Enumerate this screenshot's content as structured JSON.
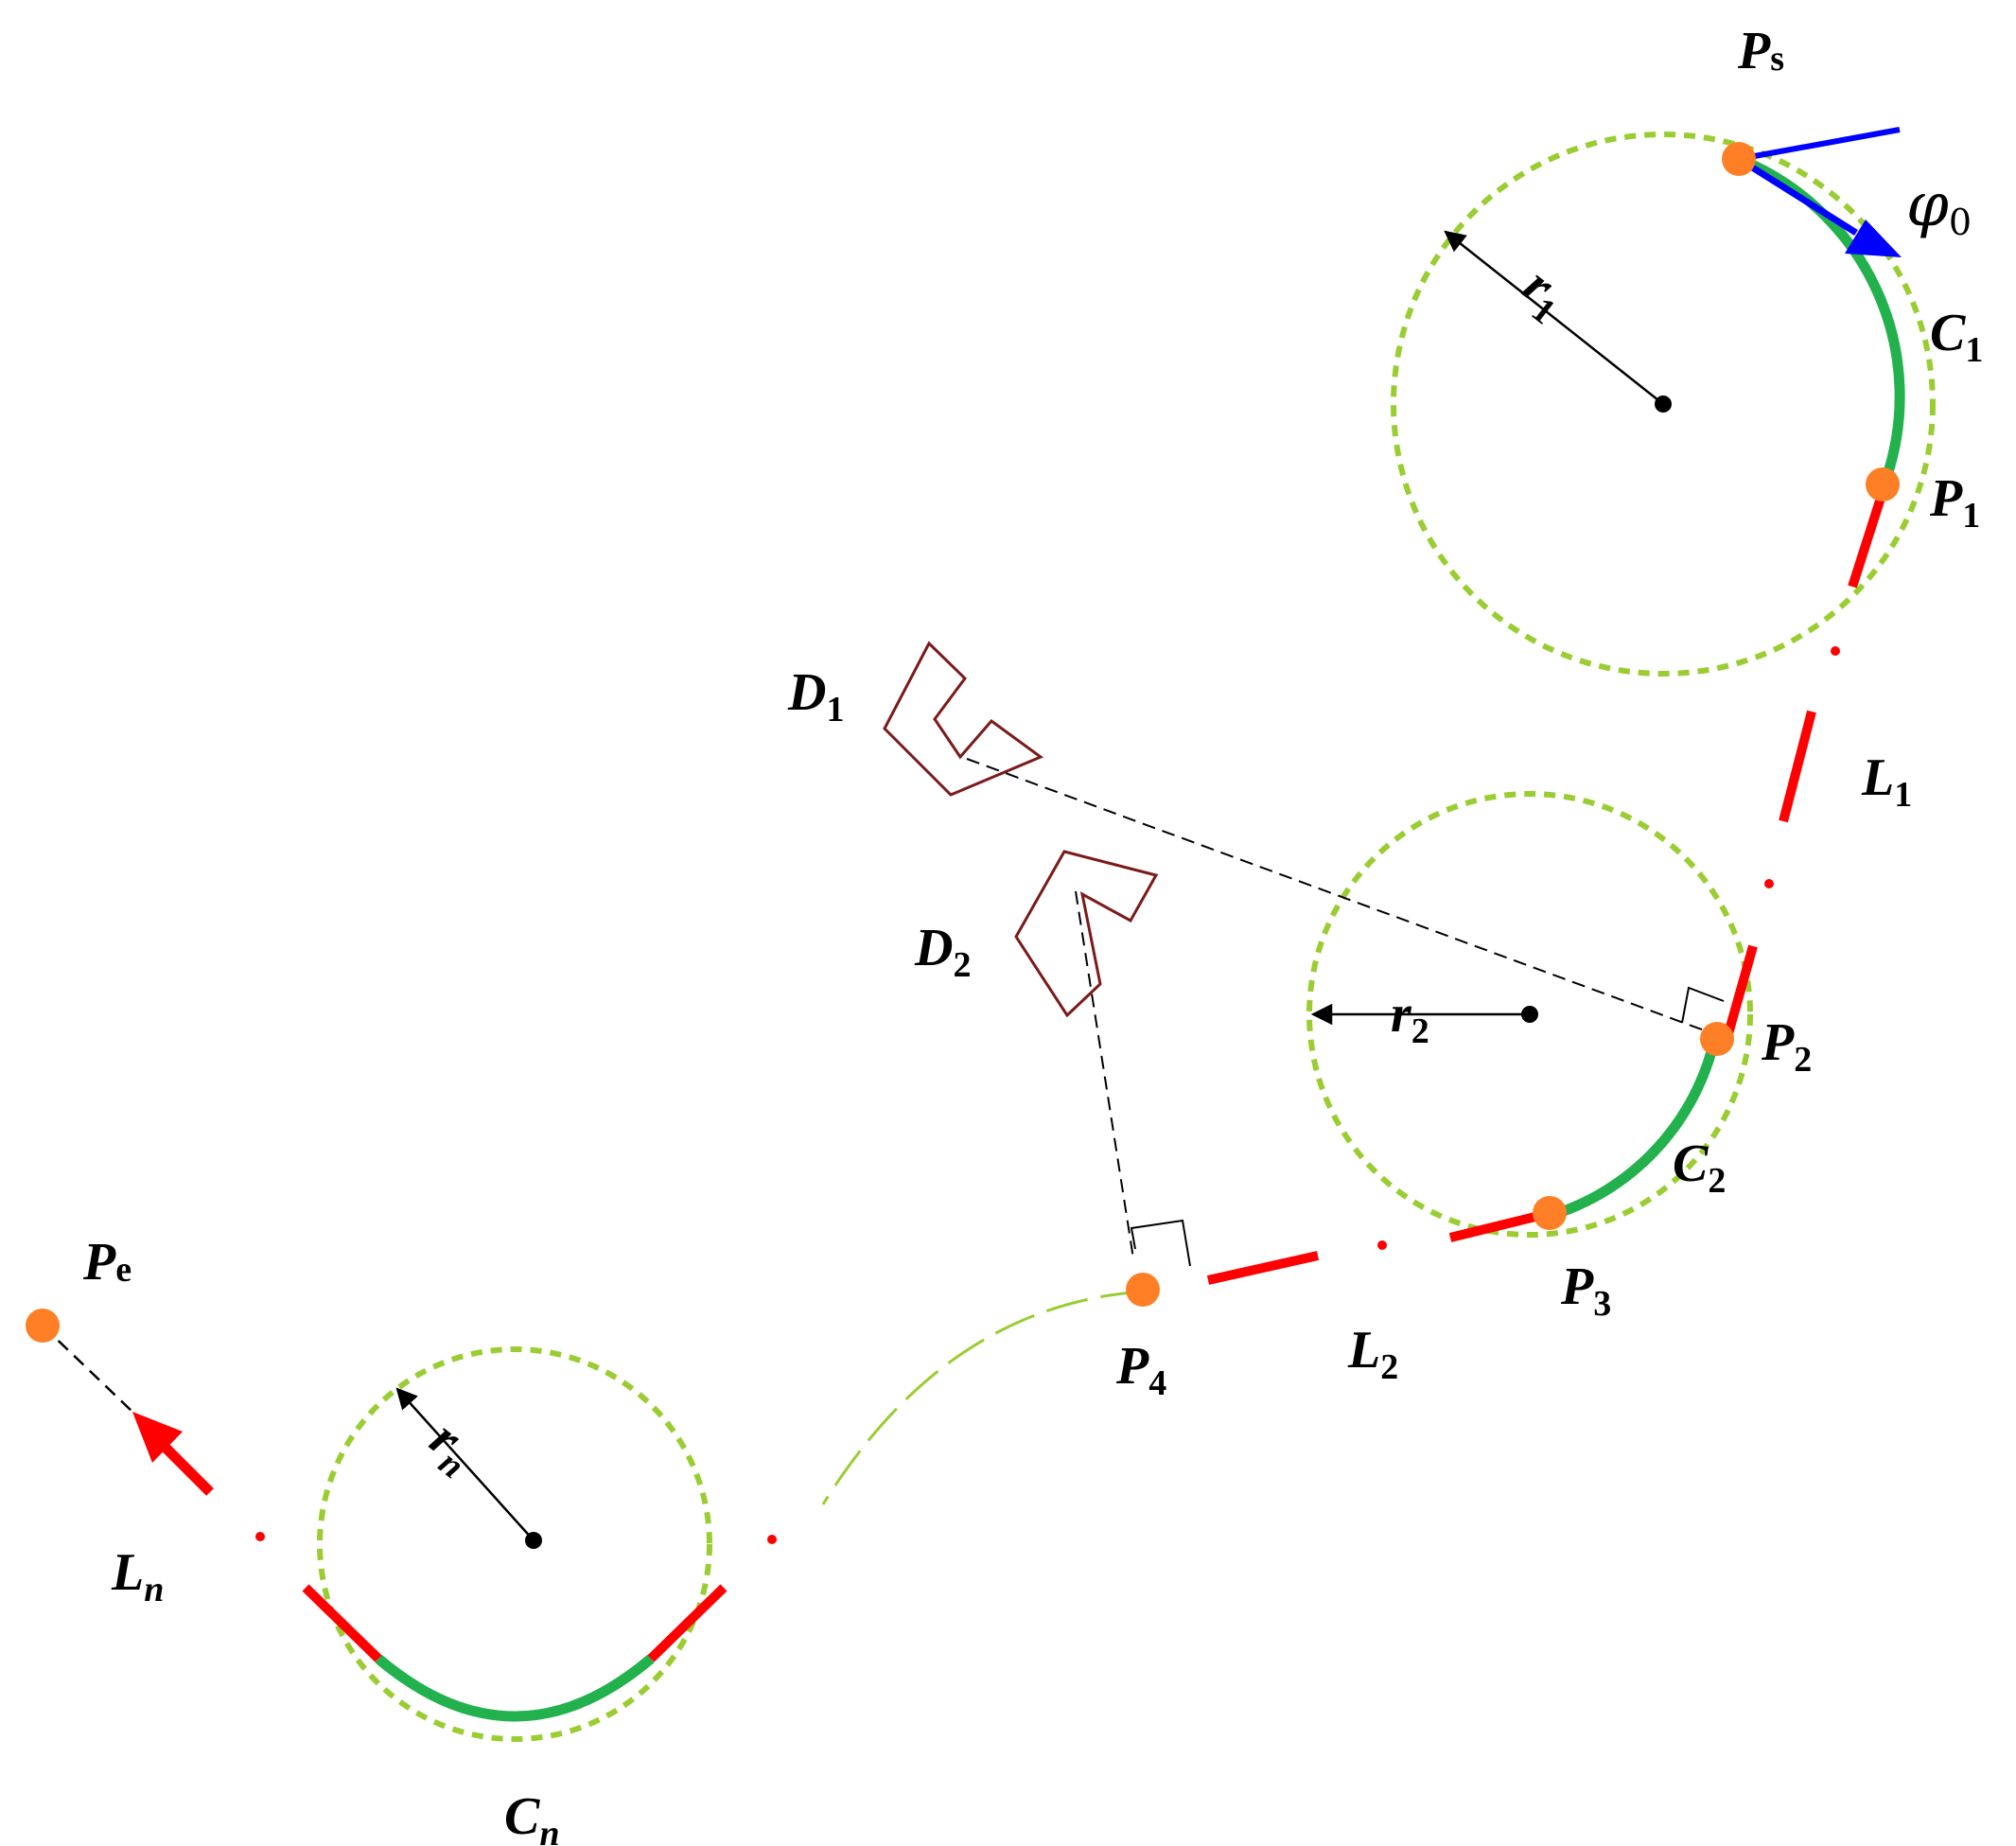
{
  "colors": {
    "guide_circle": "#9acd32",
    "arc_path": "#22b14c",
    "line_path": "#ff0000",
    "waypoint": "#ff7f27",
    "heading_arrow": "#0000ff",
    "obstacle": "#7b1a1a",
    "annotation": "#000000"
  },
  "labels": {
    "start": {
      "base": "P",
      "sub": "s"
    },
    "end": {
      "base": "P",
      "sub": "e"
    },
    "heading": {
      "base": "φ",
      "sub": "0"
    },
    "arc1": {
      "base": "C",
      "sub": "1"
    },
    "arc2": {
      "base": "C",
      "sub": "2"
    },
    "arcn": {
      "base": "C",
      "sub": "n"
    },
    "line1": {
      "base": "L",
      "sub": "1"
    },
    "line2": {
      "base": "L",
      "sub": "2"
    },
    "linen": {
      "base": "L",
      "sub": "n"
    },
    "p1": {
      "base": "P",
      "sub": "1"
    },
    "p2": {
      "base": "P",
      "sub": "2"
    },
    "p3": {
      "base": "P",
      "sub": "3"
    },
    "p4": {
      "base": "P",
      "sub": "4"
    },
    "r1": {
      "base": "r",
      "sub": "1"
    },
    "r2": {
      "base": "r",
      "sub": "2"
    },
    "rn": {
      "base": "r",
      "sub": "n"
    },
    "d1": {
      "base": "D",
      "sub": "1"
    },
    "d2": {
      "base": "D",
      "sub": "2"
    }
  }
}
